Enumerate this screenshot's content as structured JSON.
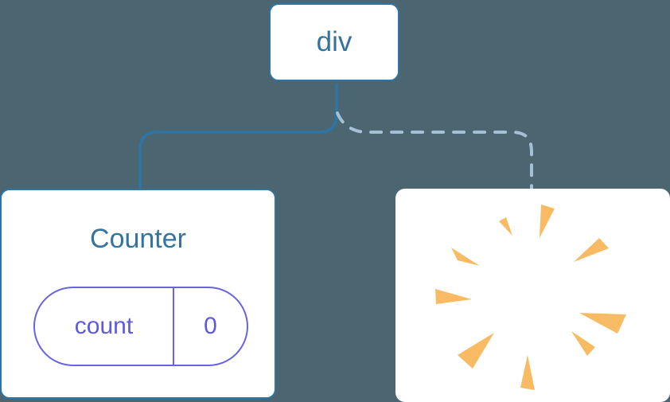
{
  "tree": {
    "root": {
      "label": "div"
    },
    "counter": {
      "title": "Counter",
      "state_key": "count",
      "state_value": "0"
    },
    "removed": {
      "icon": "poof-starburst-icon"
    },
    "edges": [
      {
        "from": "div",
        "to": "Counter",
        "style": "solid"
      },
      {
        "from": "div",
        "to": "removed-component",
        "style": "dashed"
      }
    ]
  },
  "colors": {
    "background": "#4C6671",
    "node_border": "#2E74A4",
    "node_text": "#33739E",
    "solid_edge": "#2E74A4",
    "dashed_edge": "#A3C0D6",
    "state_border": "#6963DF",
    "state_text": "#5D59E3",
    "poof": "#F8BA62",
    "card_bg": "#FFFFFF"
  }
}
